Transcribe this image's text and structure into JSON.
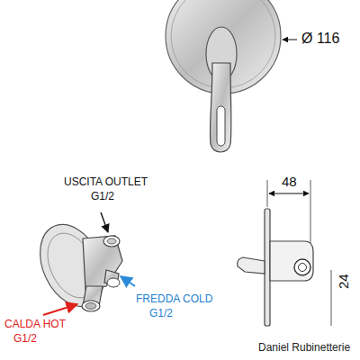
{
  "diagram": {
    "labels": [
      "Ø 116",
      "USCITA OUTLET",
      "G1/2",
      "FREDDA COLD",
      "G1/2",
      "CALDA HOT",
      "G1/2",
      "48",
      "24",
      "Daniel Rubinetterie"
    ]
  }
}
